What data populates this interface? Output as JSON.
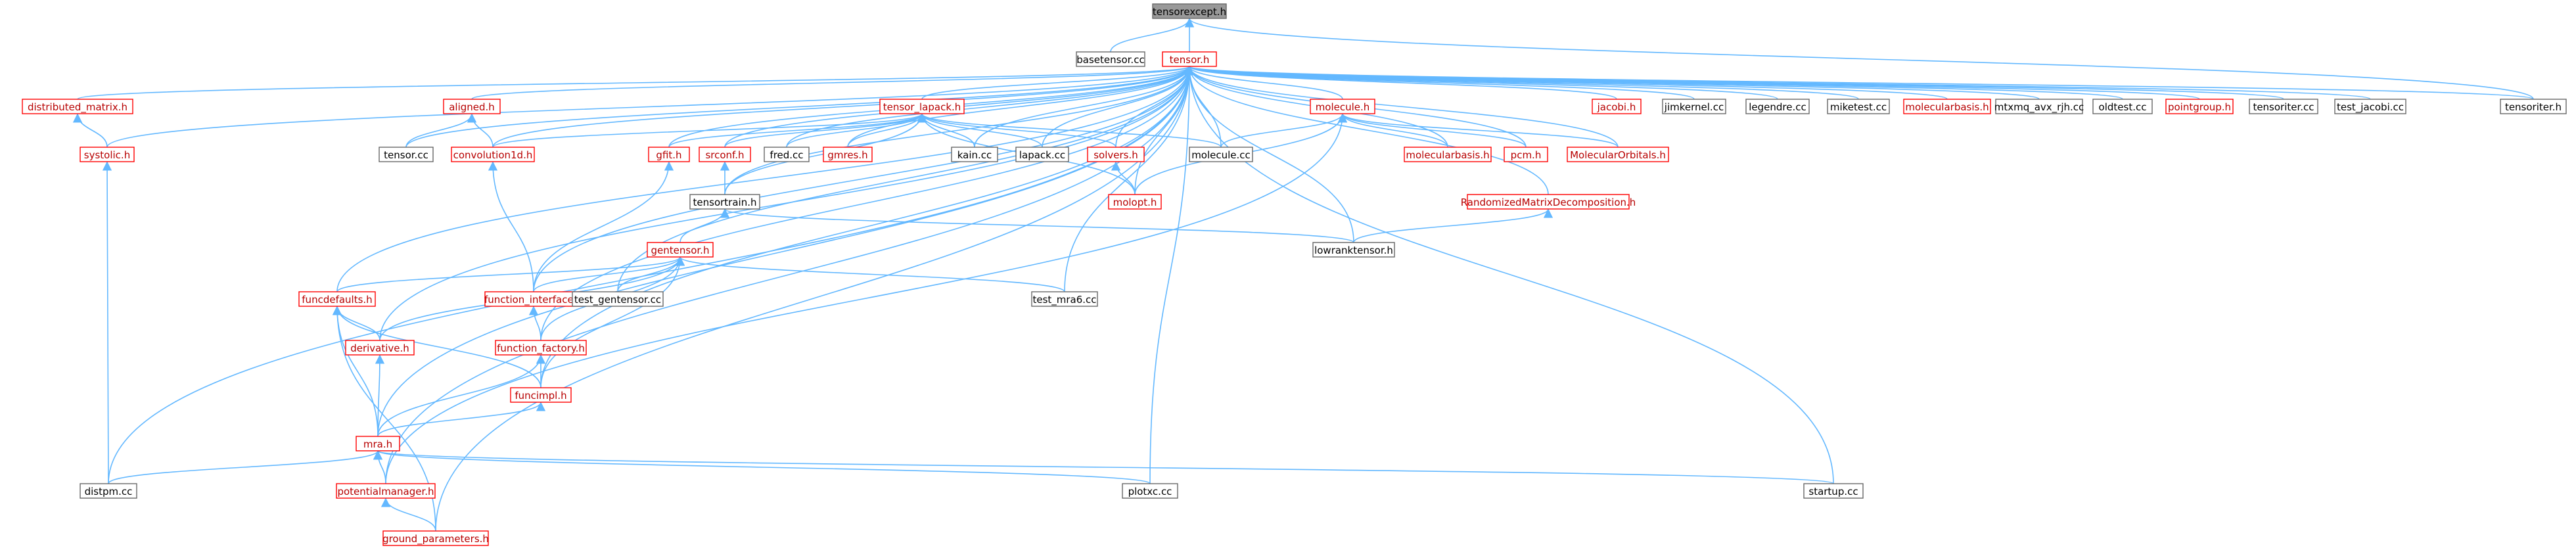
{
  "colors": {
    "edge": "#63b8ff",
    "root_fill": "#999999",
    "root_text": "#000000",
    "link_border": "#666666",
    "link_text": "#000000",
    "header_border": "#ff0000",
    "header_text": "#b70000"
  },
  "nodes": [
    {
      "id": "tensorexcept_h",
      "label": "tensorexcept.h",
      "kind": "root"
    },
    {
      "id": "basetensor_cc",
      "label": "basetensor.cc",
      "kind": "link"
    },
    {
      "id": "tensor_h",
      "label": "tensor.h",
      "kind": "header"
    },
    {
      "id": "tensoriter_h",
      "label": "tensoriter.h",
      "kind": "link"
    },
    {
      "id": "distributed_matrix_h",
      "label": "distributed_matrix.h",
      "kind": "header"
    },
    {
      "id": "aligned_h",
      "label": "aligned.h",
      "kind": "header"
    },
    {
      "id": "tensor_lapack_h",
      "label": "tensor_lapack.h",
      "kind": "header"
    },
    {
      "id": "molecule_h",
      "label": "molecule.h",
      "kind": "header"
    },
    {
      "id": "jacobi_h",
      "label": "jacobi.h",
      "kind": "header"
    },
    {
      "id": "jimkernel_cc",
      "label": "jimkernel.cc",
      "kind": "link"
    },
    {
      "id": "legendre_cc",
      "label": "legendre.cc",
      "kind": "link"
    },
    {
      "id": "miketest_cc",
      "label": "miketest.cc",
      "kind": "link"
    },
    {
      "id": "molecularbasis_h_top",
      "label": "molecularbasis.h",
      "kind": "header"
    },
    {
      "id": "mtxmq_cc",
      "label": "mtxmq_avx_rjh.cc",
      "kind": "link"
    },
    {
      "id": "oldtest_cc",
      "label": "oldtest.cc",
      "kind": "link"
    },
    {
      "id": "pointgroup_h",
      "label": "pointgroup.h",
      "kind": "header"
    },
    {
      "id": "tensoriter_cc",
      "label": "tensoriter.cc",
      "kind": "link"
    },
    {
      "id": "test_jacobi_cc",
      "label": "test_jacobi.cc",
      "kind": "link"
    },
    {
      "id": "systolic_h",
      "label": "systolic.h",
      "kind": "header"
    },
    {
      "id": "tensor_cc",
      "label": "tensor.cc",
      "kind": "link"
    },
    {
      "id": "convolution1d_h",
      "label": "convolution1d.h",
      "kind": "header"
    },
    {
      "id": "gfit_h",
      "label": "gfit.h",
      "kind": "header"
    },
    {
      "id": "srconf_h",
      "label": "srconf.h",
      "kind": "header"
    },
    {
      "id": "fred_cc",
      "label": "fred.cc",
      "kind": "link"
    },
    {
      "id": "gmres_h",
      "label": "gmres.h",
      "kind": "header"
    },
    {
      "id": "kain_cc",
      "label": "kain.cc",
      "kind": "link"
    },
    {
      "id": "lapack_cc",
      "label": "lapack.cc",
      "kind": "link"
    },
    {
      "id": "solvers_h",
      "label": "solvers.h",
      "kind": "header"
    },
    {
      "id": "molecule_cc",
      "label": "molecule.cc",
      "kind": "link"
    },
    {
      "id": "molecularbasis_h",
      "label": "molecularbasis.h",
      "kind": "header"
    },
    {
      "id": "pcm_h",
      "label": "pcm.h",
      "kind": "header"
    },
    {
      "id": "molecularorbitals_h",
      "label": "MolecularOrbitals.h",
      "kind": "header"
    },
    {
      "id": "tensortrain_h",
      "label": "tensortrain.h",
      "kind": "link"
    },
    {
      "id": "molopt_h",
      "label": "molopt.h",
      "kind": "header"
    },
    {
      "id": "rmd_h",
      "label": "RandomizedMatrixDecomposition.h",
      "kind": "header"
    },
    {
      "id": "gentensor_h",
      "label": "gentensor.h",
      "kind": "header"
    },
    {
      "id": "lowranktensor_h",
      "label": "lowranktensor.h",
      "kind": "link"
    },
    {
      "id": "funcdefaults_h",
      "label": "funcdefaults.h",
      "kind": "header"
    },
    {
      "id": "function_interface_h",
      "label": "function_interface.h",
      "kind": "header"
    },
    {
      "id": "test_gentensor_cc",
      "label": "test_gentensor.cc",
      "kind": "link"
    },
    {
      "id": "test_mra6_cc",
      "label": "test_mra6.cc",
      "kind": "link"
    },
    {
      "id": "derivative_h",
      "label": "derivative.h",
      "kind": "header"
    },
    {
      "id": "function_factory_h",
      "label": "function_factory.h",
      "kind": "header"
    },
    {
      "id": "funcimpl_h",
      "label": "funcimpl.h",
      "kind": "header"
    },
    {
      "id": "mra_h",
      "label": "mra.h",
      "kind": "header"
    },
    {
      "id": "distpm_cc",
      "label": "distpm.cc",
      "kind": "link"
    },
    {
      "id": "potentialmanager_h",
      "label": "potentialmanager.h",
      "kind": "header"
    },
    {
      "id": "plotxc_cc",
      "label": "plotxc.cc",
      "kind": "link"
    },
    {
      "id": "startup_cc",
      "label": "startup.cc",
      "kind": "link"
    },
    {
      "id": "ground_parameters_h",
      "label": "ground_parameters.h",
      "kind": "header"
    }
  ],
  "edges": [
    [
      "basetensor_cc",
      "tensorexcept_h"
    ],
    [
      "tensor_h",
      "tensorexcept_h"
    ],
    [
      "tensoriter_h",
      "tensorexcept_h"
    ],
    [
      "tensoriter_h",
      "tensor_h"
    ],
    [
      "distributed_matrix_h",
      "tensor_h"
    ],
    [
      "aligned_h",
      "tensor_h"
    ],
    [
      "tensor_lapack_h",
      "tensor_h"
    ],
    [
      "molecule_h",
      "tensor_h"
    ],
    [
      "jacobi_h",
      "tensor_h"
    ],
    [
      "jimkernel_cc",
      "tensor_h"
    ],
    [
      "legendre_cc",
      "tensor_h"
    ],
    [
      "miketest_cc",
      "tensor_h"
    ],
    [
      "molecularbasis_h_top",
      "tensor_h"
    ],
    [
      "mtxmq_cc",
      "tensor_h"
    ],
    [
      "oldtest_cc",
      "tensor_h"
    ],
    [
      "pointgroup_h",
      "tensor_h"
    ],
    [
      "tensoriter_cc",
      "tensor_h"
    ],
    [
      "test_jacobi_cc",
      "tensor_h"
    ],
    [
      "systolic_h",
      "tensor_h"
    ],
    [
      "tensor_cc",
      "tensor_h"
    ],
    [
      "convolution1d_h",
      "tensor_h"
    ],
    [
      "gfit_h",
      "tensor_h"
    ],
    [
      "srconf_h",
      "tensor_h"
    ],
    [
      "fred_cc",
      "tensor_h"
    ],
    [
      "gmres_h",
      "tensor_h"
    ],
    [
      "kain_cc",
      "tensor_h"
    ],
    [
      "lapack_cc",
      "tensor_h"
    ],
    [
      "solvers_h",
      "tensor_h"
    ],
    [
      "molecule_cc",
      "tensor_h"
    ],
    [
      "molecularbasis_h",
      "tensor_h"
    ],
    [
      "pcm_h",
      "tensor_h"
    ],
    [
      "molecularorbitals_h",
      "tensor_h"
    ],
    [
      "tensortrain_h",
      "tensor_h"
    ],
    [
      "molopt_h",
      "tensor_h"
    ],
    [
      "rmd_h",
      "tensor_h"
    ],
    [
      "lowranktensor_h",
      "tensor_h"
    ],
    [
      "function_interface_h",
      "tensor_h"
    ],
    [
      "test_gentensor_cc",
      "tensor_h"
    ],
    [
      "test_mra6_cc",
      "tensor_h"
    ],
    [
      "funcdefaults_h",
      "tensor_h"
    ],
    [
      "derivative_h",
      "tensor_h"
    ],
    [
      "function_factory_h",
      "tensor_h"
    ],
    [
      "funcimpl_h",
      "tensor_h"
    ],
    [
      "mra_h",
      "tensor_h"
    ],
    [
      "distpm_cc",
      "tensor_h"
    ],
    [
      "potentialmanager_h",
      "tensor_h"
    ],
    [
      "plotxc_cc",
      "tensor_h"
    ],
    [
      "startup_cc",
      "tensor_h"
    ],
    [
      "ground_parameters_h",
      "tensor_h"
    ],
    [
      "systolic_h",
      "distributed_matrix_h"
    ],
    [
      "distpm_cc",
      "systolic_h"
    ],
    [
      "tensor_cc",
      "aligned_h"
    ],
    [
      "convolution1d_h",
      "aligned_h"
    ],
    [
      "convolution1d_h",
      "tensor_lapack_h"
    ],
    [
      "gfit_h",
      "tensor_lapack_h"
    ],
    [
      "srconf_h",
      "tensor_lapack_h"
    ],
    [
      "fred_cc",
      "tensor_lapack_h"
    ],
    [
      "gmres_h",
      "tensor_lapack_h"
    ],
    [
      "kain_cc",
      "tensor_lapack_h"
    ],
    [
      "lapack_cc",
      "tensor_lapack_h"
    ],
    [
      "solvers_h",
      "tensor_lapack_h"
    ],
    [
      "molecule_cc",
      "tensor_lapack_h"
    ],
    [
      "tensortrain_h",
      "tensor_lapack_h"
    ],
    [
      "molopt_h",
      "tensor_lapack_h"
    ],
    [
      "molecule_cc",
      "molecule_h"
    ],
    [
      "molecularbasis_h",
      "molecule_h"
    ],
    [
      "pcm_h",
      "molecule_h"
    ],
    [
      "molecularorbitals_h",
      "molecule_h"
    ],
    [
      "molopt_h",
      "molecule_h"
    ],
    [
      "potentialmanager_h",
      "molecule_h"
    ],
    [
      "molopt_h",
      "solvers_h"
    ],
    [
      "tensortrain_h",
      "srconf_h"
    ],
    [
      "function_interface_h",
      "gfit_h"
    ],
    [
      "function_interface_h",
      "convolution1d_h"
    ],
    [
      "gentensor_h",
      "tensortrain_h"
    ],
    [
      "lowranktensor_h",
      "tensortrain_h"
    ],
    [
      "lowranktensor_h",
      "rmd_h"
    ],
    [
      "funcdefaults_h",
      "gentensor_h"
    ],
    [
      "function_interface_h",
      "gentensor_h"
    ],
    [
      "test_gentensor_cc",
      "gentensor_h"
    ],
    [
      "test_mra6_cc",
      "gentensor_h"
    ],
    [
      "derivative_h",
      "gentensor_h"
    ],
    [
      "function_factory_h",
      "gentensor_h"
    ],
    [
      "funcimpl_h",
      "gentensor_h"
    ],
    [
      "derivative_h",
      "funcdefaults_h"
    ],
    [
      "mra_h",
      "funcdefaults_h"
    ],
    [
      "funcimpl_h",
      "funcdefaults_h"
    ],
    [
      "ground_parameters_h",
      "funcdefaults_h"
    ],
    [
      "function_factory_h",
      "function_interface_h"
    ],
    [
      "mra_h",
      "derivative_h"
    ],
    [
      "funcimpl_h",
      "function_factory_h"
    ],
    [
      "mra_h",
      "function_factory_h"
    ],
    [
      "mra_h",
      "funcimpl_h"
    ],
    [
      "distpm_cc",
      "mra_h"
    ],
    [
      "potentialmanager_h",
      "mra_h"
    ],
    [
      "plotxc_cc",
      "mra_h"
    ],
    [
      "startup_cc",
      "mra_h"
    ],
    [
      "ground_parameters_h",
      "potentialmanager_h"
    ]
  ]
}
